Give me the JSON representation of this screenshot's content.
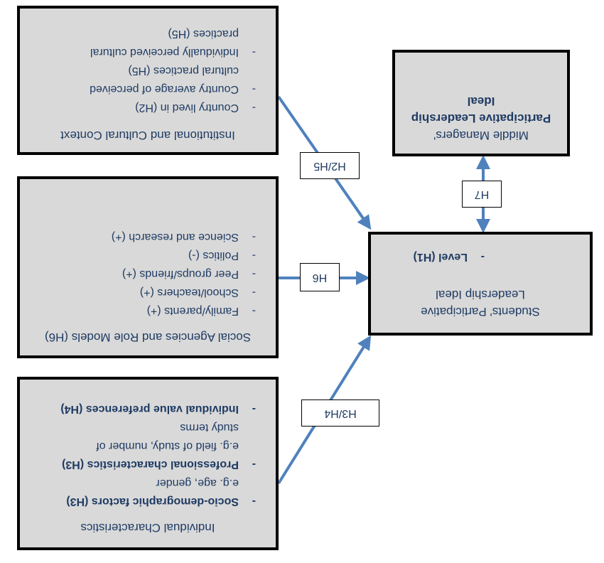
{
  "individual": {
    "title": "Individual Characteristics",
    "items": [
      {
        "text": "Socio-demographic factors (H3)",
        "bold": true
      },
      {
        "text": "e.g. age, gender",
        "sub": true
      },
      {
        "text": "Professional characteristics (H3)",
        "bold": true
      },
      {
        "text": "e.g. field of study, number of",
        "sub": true
      },
      {
        "text": "study terms",
        "sub": true
      },
      {
        "text": "Individual value preferences (H4)",
        "bold": true
      }
    ]
  },
  "social": {
    "title": "Social Agencies and Role Models (H6)",
    "items": [
      {
        "text": "Family/parents (+)"
      },
      {
        "text": "School/teachers (+)"
      },
      {
        "text": "Peer groups/friends (+)"
      },
      {
        "text": "Politics (-)"
      },
      {
        "text": "Science and research (+)"
      }
    ]
  },
  "institutional": {
    "title": "Institutional and Cultural Context",
    "items": [
      {
        "text": "Country lived in (H2)"
      },
      {
        "text": "Country average of perceived"
      },
      {
        "text": "cultural practices (H5)",
        "sub": true
      },
      {
        "text": "Individually perceived cultural"
      },
      {
        "text": "practices (H5)",
        "sub": true
      }
    ]
  },
  "students": {
    "title_line1": "Students' Participative",
    "title_line2": "Leadership Ideal",
    "item": "Level (H1)"
  },
  "managers": {
    "line1": "Middle Managers'",
    "line2": "Participative Leadership",
    "line3": "Ideal"
  },
  "labels": {
    "h3h4": "H3/H4",
    "h6": "H6",
    "h2h5": "H2/H5",
    "h7": "H7"
  },
  "colors": {
    "arrow": "#4f81bd",
    "box_fill": "#d9d9d9",
    "text": "#1f3b63"
  }
}
